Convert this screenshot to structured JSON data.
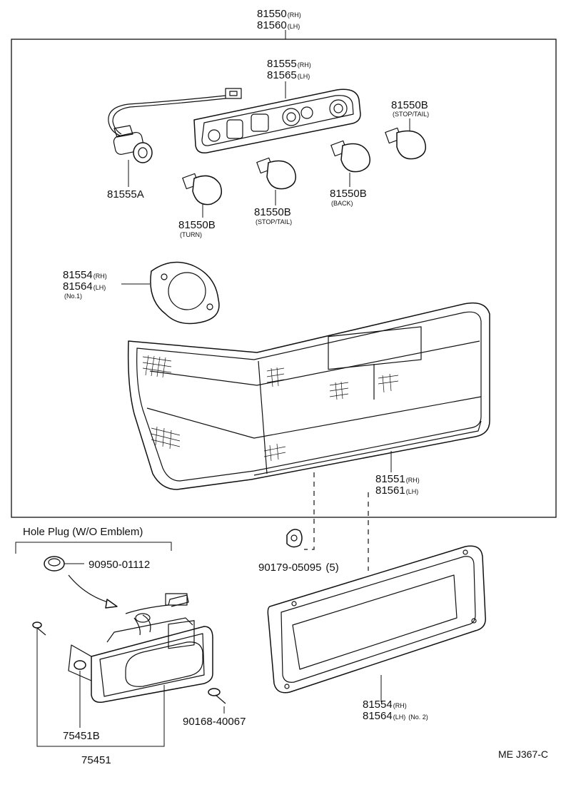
{
  "assembly": {
    "rh": "81550",
    "rh_suffix": "(RH)",
    "lh": "81560",
    "lh_suffix": "(LH)"
  },
  "socket_plate": {
    "rh": "81555",
    "rh_suffix": "(RH)",
    "lh": "81565",
    "lh_suffix": "(LH)"
  },
  "socket_a": {
    "code": "81555A"
  },
  "bulb_turn": {
    "code": "81550B",
    "note": "(TURN)"
  },
  "bulb_stop_left": {
    "code": "81550B",
    "note": "(STOP/TAIL)"
  },
  "bulb_back": {
    "code": "81550B",
    "note": "(BACK)"
  },
  "bulb_stop_right": {
    "code": "81550B",
    "note": "(STOP/TAIL)"
  },
  "gasket_no1": {
    "rh": "81554",
    "rh_suffix": "(RH)",
    "lh": "81564",
    "lh_suffix": "(LH)",
    "note": "(No.1)"
  },
  "lens": {
    "rh": "81551",
    "rh_suffix": "(RH)",
    "lh": "81561",
    "lh_suffix": "(LH)"
  },
  "hole_plug": {
    "title": "Hole Plug (W/O Emblem)",
    "code": "90950-01112"
  },
  "nut": {
    "code": "90179-05095",
    "qty": "(5)"
  },
  "gasket_no2": {
    "rh": "81554",
    "rh_suffix": "(RH)",
    "lh": "81564",
    "lh_suffix": "(LH)",
    "note": "(No. 2)"
  },
  "screw": {
    "code": "90168-40067"
  },
  "license_lamp": {
    "bulb_code": "75451B",
    "assy_code": "75451"
  },
  "footer": {
    "ref": "ME J367-C"
  }
}
